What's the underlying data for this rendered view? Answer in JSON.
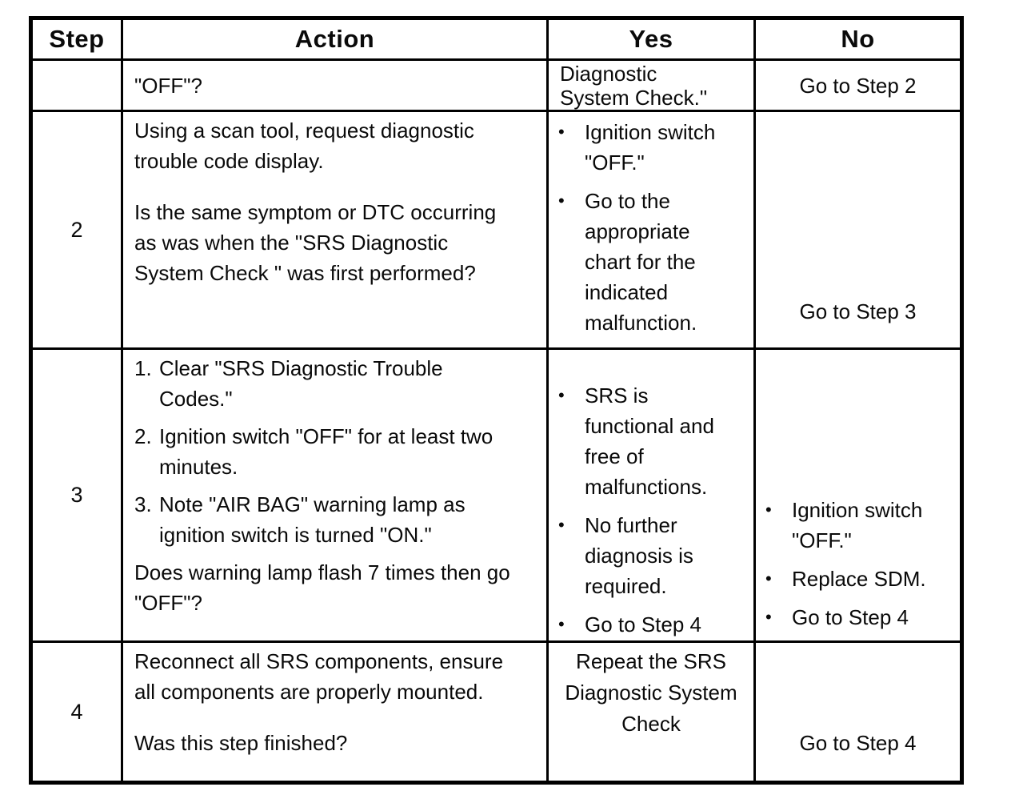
{
  "table": {
    "bullet": "•",
    "headers": {
      "step": "Step",
      "action": "Action",
      "yes": "Yes",
      "no": "No"
    },
    "rows": [
      {
        "step": "",
        "action": {
          "p1": [
            "\"OFF\"?"
          ]
        },
        "yes": {
          "lines": [
            "Diagnostic",
            "System Check.\""
          ]
        },
        "no": {
          "text": "Go to Step 2"
        }
      },
      {
        "step": "2",
        "action": {
          "p1": [
            "Using a scan tool, request diagnostic",
            "trouble code display."
          ],
          "p2": [
            "Is the same symptom or DTC occurring",
            "as was when the \"SRS Diagnostic",
            "System Check \" was first performed?"
          ]
        },
        "yes": {
          "bullets": [
            {
              "lines": [
                "Ignition switch",
                "\"OFF.\""
              ]
            },
            {
              "lines": [
                "Go to the",
                "appropriate",
                "chart for the",
                "indicated",
                "malfunction."
              ]
            }
          ]
        },
        "no": {
          "text": "Go to Step 3"
        }
      },
      {
        "step": "3",
        "action": {
          "items": [
            {
              "num": "1.",
              "lines": [
                "Clear \"SRS Diagnostic Trouble",
                "Codes.\""
              ]
            },
            {
              "num": "2.",
              "lines": [
                "Ignition switch \"OFF\" for at least two",
                "minutes."
              ]
            },
            {
              "num": "3.",
              "lines": [
                "Note \"AIR BAG\" warning lamp as",
                "ignition switch is turned \"ON.\""
              ]
            }
          ],
          "question": [
            "Does warning lamp flash 7 times then go",
            "\"OFF\"?"
          ]
        },
        "yes": {
          "bullets": [
            {
              "lines": [
                "SRS is",
                "functional and",
                "free of",
                "malfunctions."
              ]
            },
            {
              "lines": [
                "No further",
                "diagnosis is",
                "required."
              ]
            },
            {
              "lines": [
                "Go to Step 4"
              ]
            }
          ]
        },
        "no": {
          "bullets": [
            {
              "lines": [
                "Ignition switch",
                "\"OFF.\""
              ]
            },
            {
              "lines": [
                "Replace SDM."
              ]
            },
            {
              "lines": [
                "Go to Step 4"
              ]
            }
          ]
        }
      },
      {
        "step": "4",
        "action": {
          "p1": [
            "Reconnect all SRS components, ensure",
            "all components are properly mounted."
          ],
          "p2": [
            "Was this step finished?"
          ]
        },
        "yes": {
          "lines": [
            "Repeat the SRS",
            "Diagnostic System",
            "Check"
          ]
        },
        "no": {
          "text": "Go to Step 4"
        }
      }
    ]
  }
}
